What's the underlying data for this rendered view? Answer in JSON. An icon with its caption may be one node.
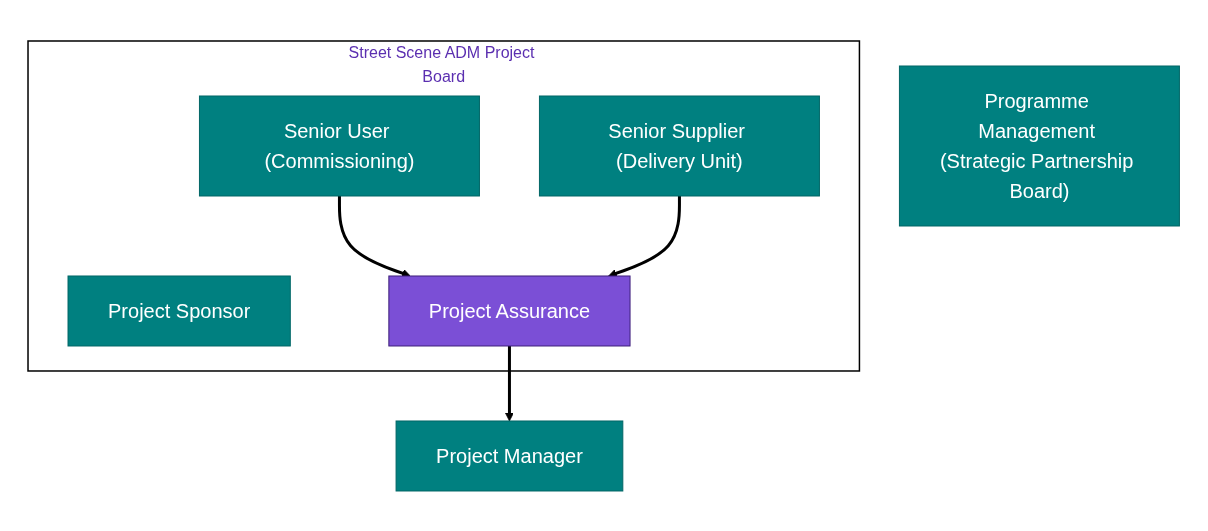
{
  "diagram": {
    "nodes": [
      {
        "text": [
          "Programme Management (Strategic Partnership Board)"
        ]
      },
      {
        "text": [
          "Street Scene ADM Project Board"
        ]
      },
      {
        "text": [
          "Senior User (Commissioning)"
        ],
        "in": 1
      },
      {
        "text": [
          "Project Sponsor"
        ],
        "in": 1
      },
      {
        "text": [
          "Senior Supplier (Delivery Unit)"
        ],
        "in": 1
      },
      {
        "text": [
          "Project Assurance"
        ],
        "in": 1
      },
      {
        "text": [
          "Project Manager"
        ]
      }
    ],
    "edges": [
      {
        "from": 2,
        "to": 5,
        "arrow": "to"
      },
      {
        "from": 4,
        "to": 5,
        "arrow": "to"
      },
      {
        "from": 5,
        "to": 6,
        "arrow": "to"
      }
    ]
  }
}
